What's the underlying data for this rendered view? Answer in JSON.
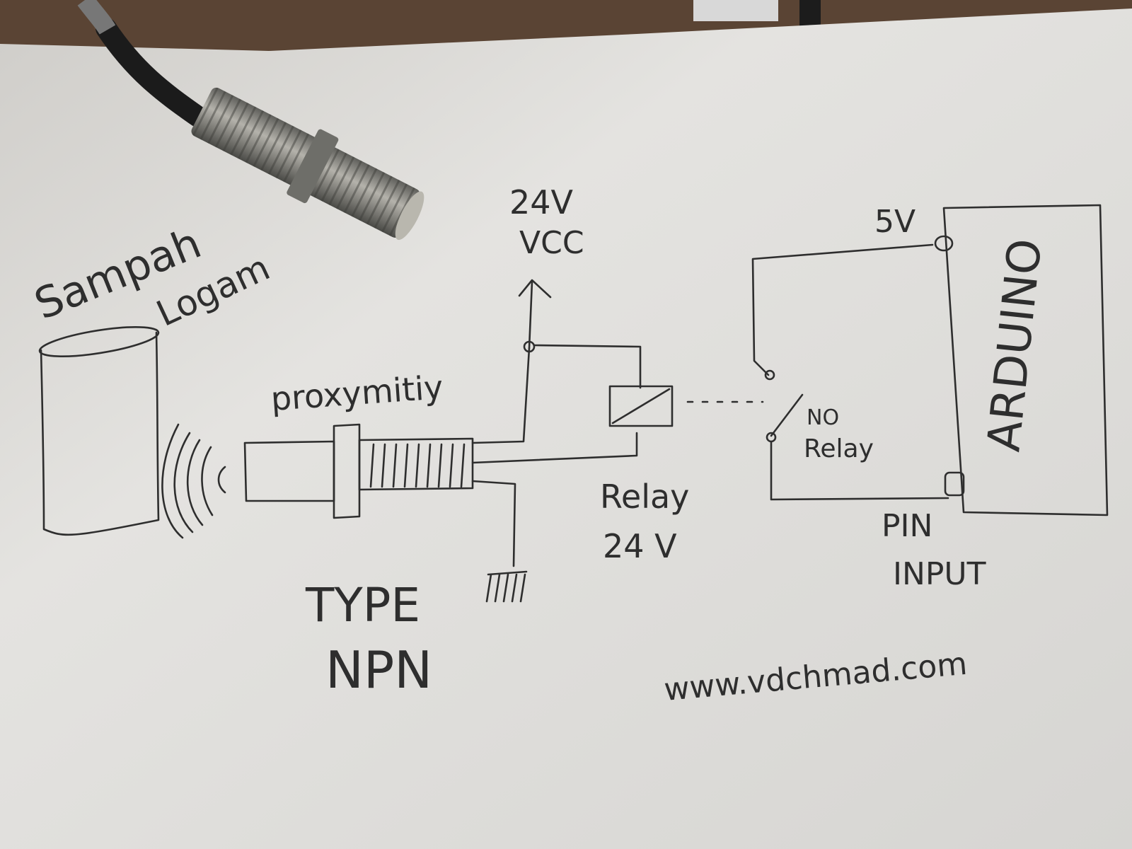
{
  "colors": {
    "paper": "#e4e3e0",
    "ink": "#2e2e2e",
    "background": "#5a4434",
    "sensor_metal": "#8c8c86"
  },
  "diagram": {
    "labels": {
      "trash": [
        "Sampah",
        "Logam"
      ],
      "sensor": "proxymitiy",
      "sensor_type": [
        "TYPE",
        "NPN"
      ],
      "supply": [
        "24V",
        "VCC"
      ],
      "relay_coil": [
        "Relay",
        "24 V"
      ],
      "relay_contact": [
        "NO",
        "Relay"
      ],
      "arduino": "ARDUINO",
      "arduino_5v": "5V",
      "arduino_pin": [
        "PIN",
        "INPUT"
      ],
      "watermark": "www.vdchmad.com"
    }
  }
}
